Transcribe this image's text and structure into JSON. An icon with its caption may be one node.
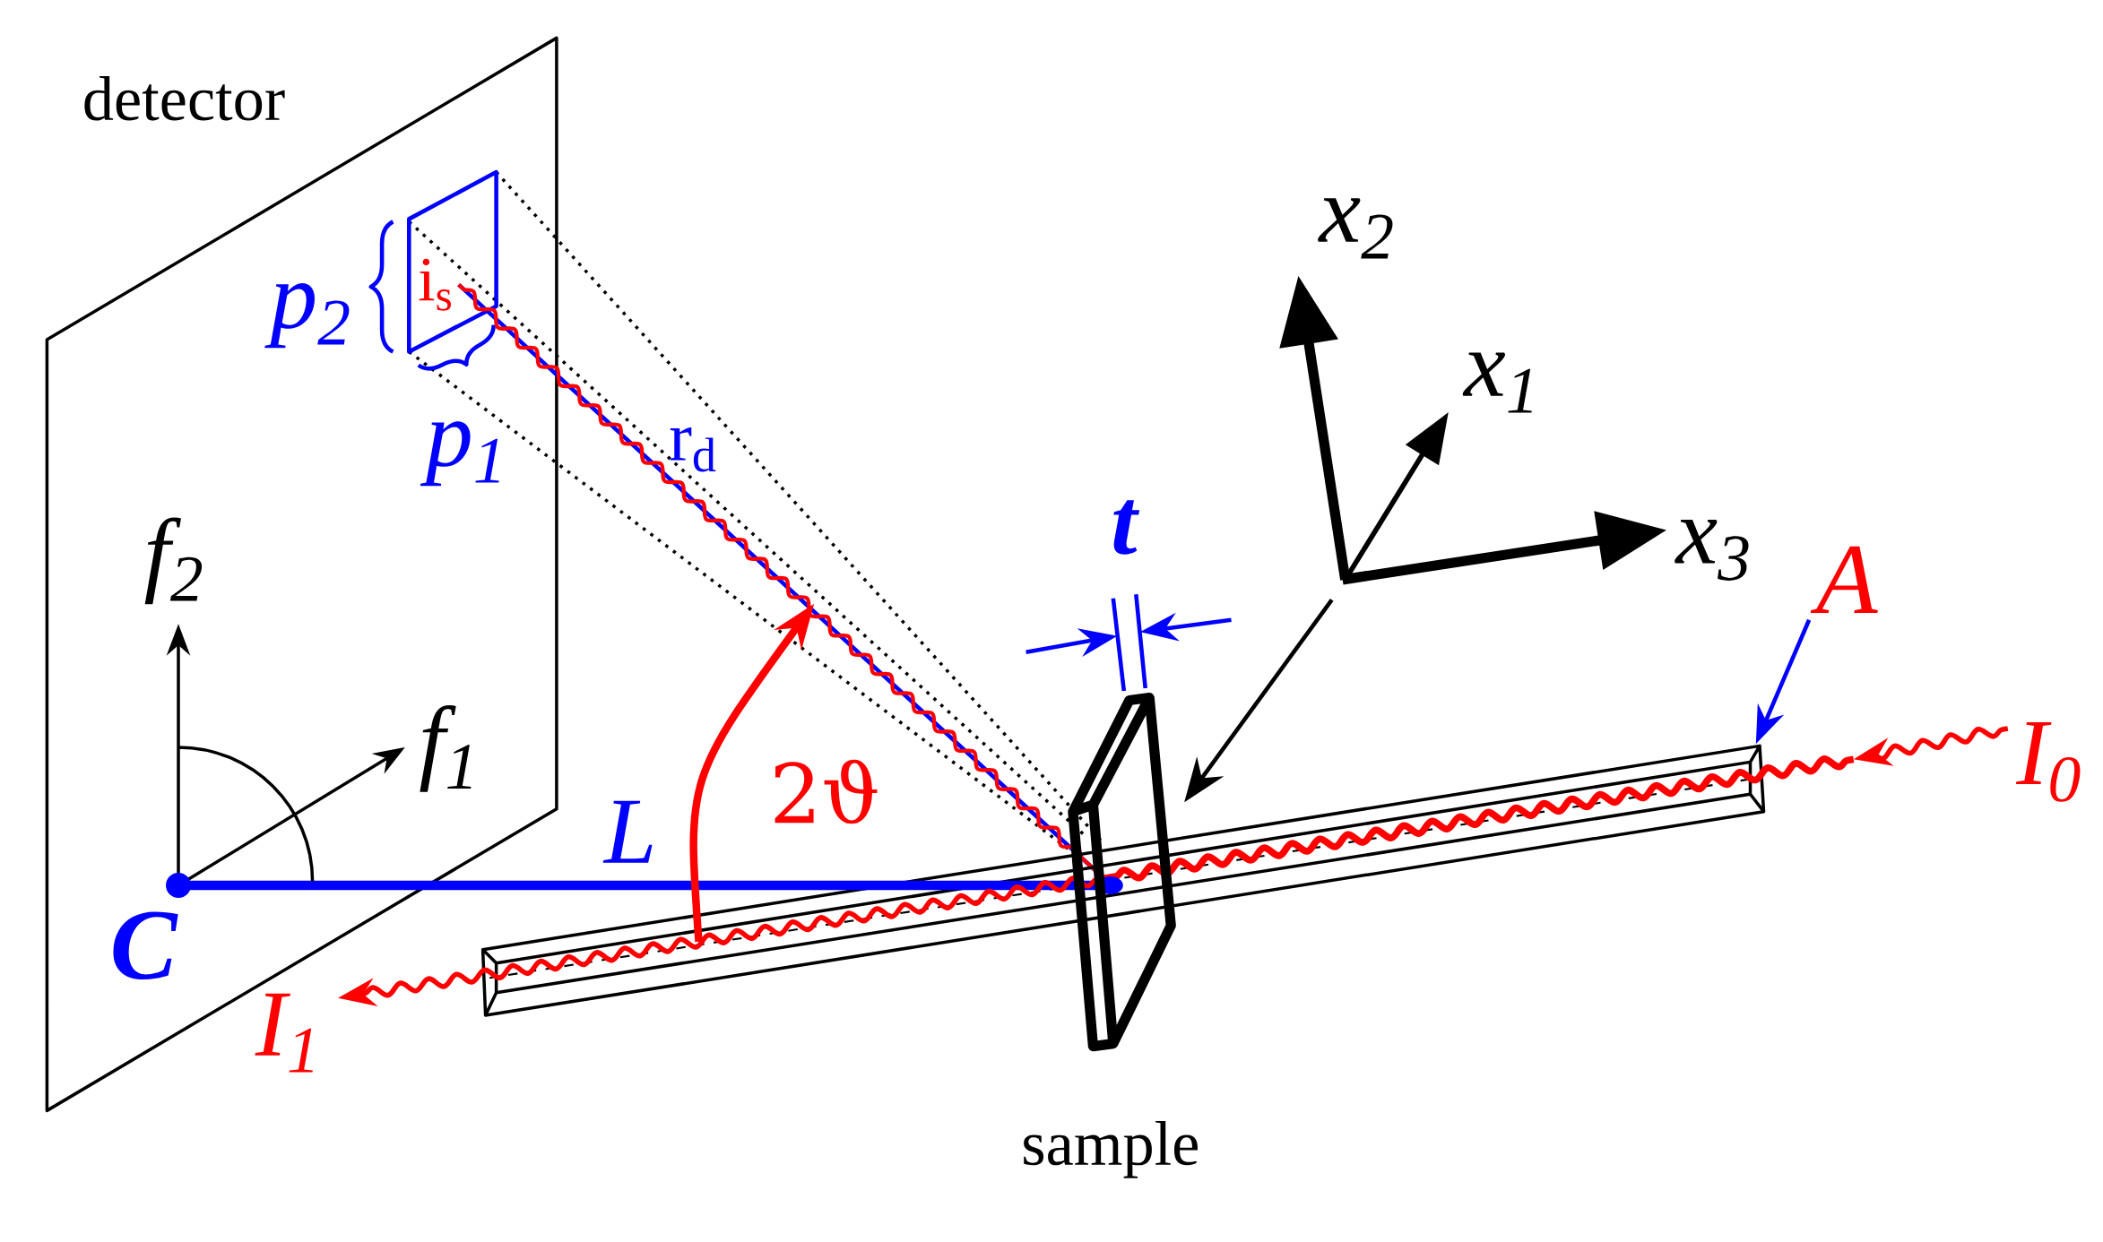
{
  "diagram": {
    "nodes": [
      {
        "text": [
          "A"
        ]
      },
      {
        "text": [],
        "shape": "box"
      }
    ],
    "edges": [
      {
        "from": 0,
        "to": 1,
        "arrow": "to"
      }
    ],
    "labels": [
      "detector",
      "i$_{s}$",
      "p$_{2}$",
      "p$_{1}$",
      "r$_{d}$",
      "f$_{2}$",
      "f$_{1}$",
      "C",
      "L",
      "2ϑ",
      "t",
      "x$_{2}$",
      "x$_{1}$",
      "x$_{3}$",
      "I$_{0}$",
      "I$_{1}$",
      "sample"
    ]
  }
}
